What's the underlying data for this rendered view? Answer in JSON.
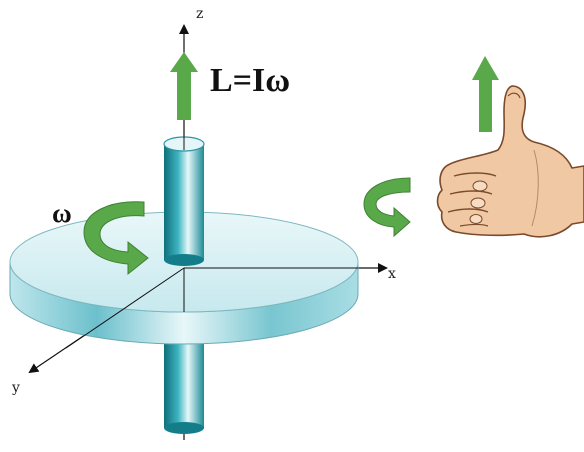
{
  "axes": {
    "x_label": "x",
    "y_label": "y",
    "z_label": "z"
  },
  "angular_momentum_label": "L=Iω",
  "angular_velocity_label": "ω",
  "colors": {
    "disk_top": "#d9f0f3",
    "disk_side": "#8dd0da",
    "shaft": "#168a96",
    "arrow_green": "#59a84a",
    "skin": "#f0c9a4",
    "skin_outline": "#7a4a2a"
  }
}
